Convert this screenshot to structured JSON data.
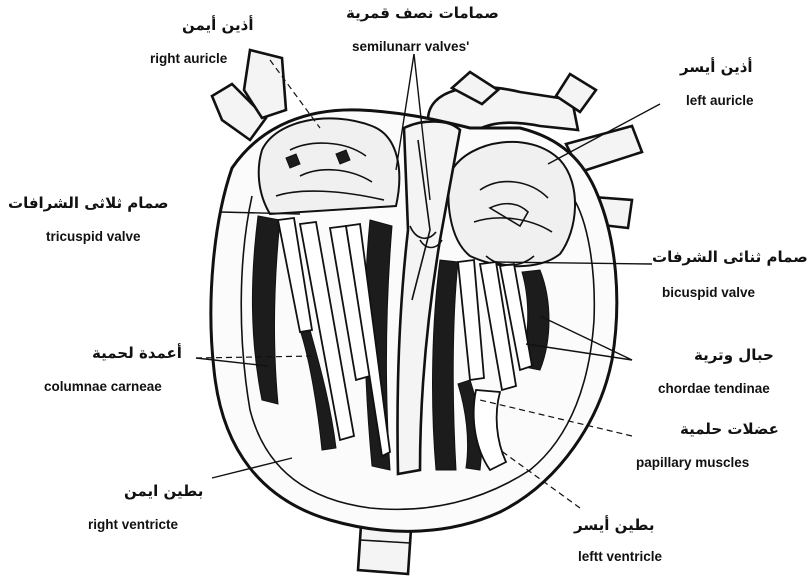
{
  "labels": {
    "right_auricle": {
      "ar": "أذين أيمن",
      "en": "right auricle"
    },
    "semilunar_valves": {
      "ar": "صمامات نصف قمرية",
      "en": "semilunarr valves'"
    },
    "left_auricle": {
      "ar": "أذين أيسر",
      "en": "left auricle"
    },
    "tricuspid_valve": {
      "ar": "صمام ثلاثى الشرافات",
      "en": "tricuspid valve"
    },
    "bicuspid_valve": {
      "ar": "صمام ثنائى الشرفات",
      "en": "bicuspid valve"
    },
    "columnae_carneae": {
      "ar": "أعمدة لحمية",
      "en": "columnae carneae"
    },
    "chordae_tendinae": {
      "ar": "حبال وترية",
      "en": "chordae tendinae"
    },
    "papillary_muscles": {
      "ar": "عضلات حلمية",
      "en": "papillary muscles"
    },
    "right_ventricle": {
      "ar": "بطين ايمن",
      "en": "right ventricte"
    },
    "left_ventricle": {
      "ar": "بطين أيسر",
      "en": "leftt ventricle"
    }
  }
}
